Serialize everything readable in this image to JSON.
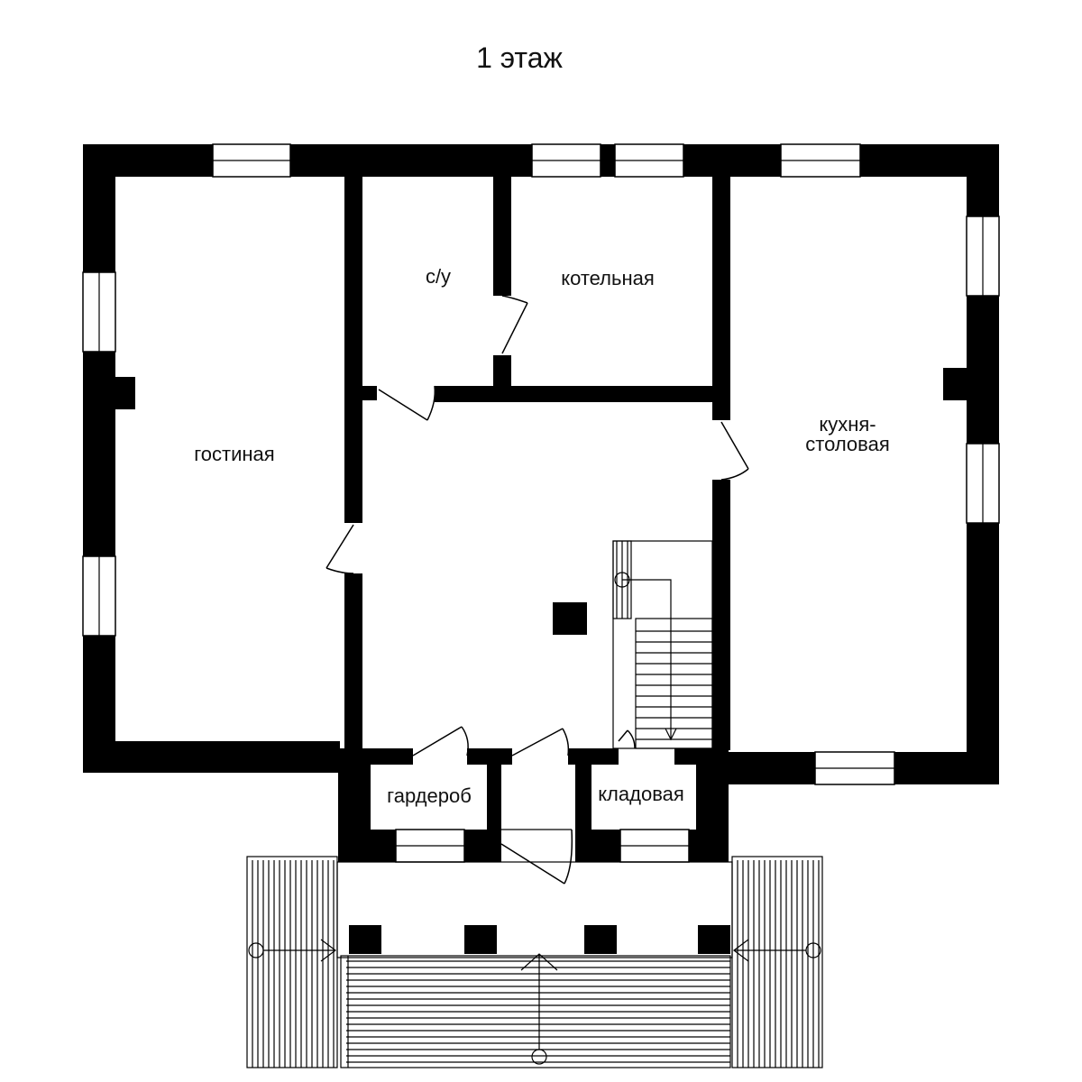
{
  "title": "1 этаж",
  "rooms": {
    "living": "гостиная",
    "bathroom": "с/у",
    "boiler": "котельная",
    "kitchen_line1": "кухня-",
    "kitchen_line2": "столовая",
    "wardrobe": "гардероб",
    "pantry": "кладовая"
  }
}
